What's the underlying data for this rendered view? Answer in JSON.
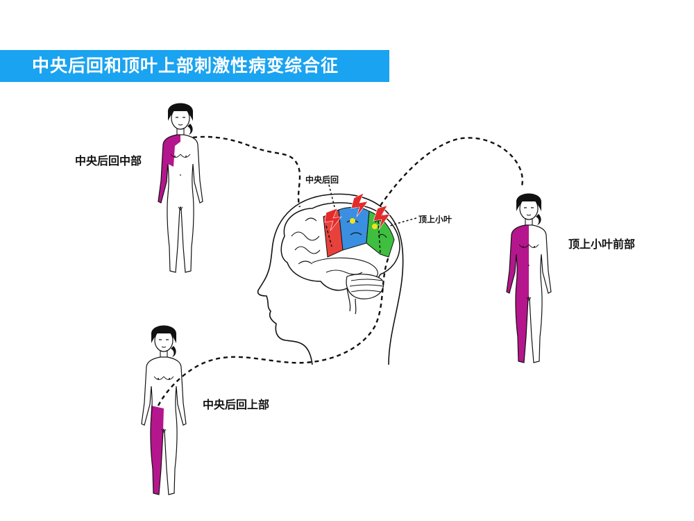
{
  "title": "中央后回和顶叶上部刺激性病变综合征",
  "labels": {
    "mid_gyrus": "中央后回中部",
    "upper_gyrus": "中央后回上部",
    "anterior_lobule": "顶上小叶前部",
    "gyrus": "中央后回",
    "lobule": "顶上小叶"
  },
  "colors": {
    "title_bar": "#1aa3f0",
    "highlight": "#b5168d",
    "red_zone": "#e8413c",
    "blue_zone": "#3b8fe0",
    "green_zone": "#3fbf3f",
    "lightning": "#e52a2a",
    "spark": "#f5e21a"
  },
  "icons": [
    "female-figure-icon",
    "brain-icon",
    "head-profile-icon",
    "lightning-icon"
  ]
}
